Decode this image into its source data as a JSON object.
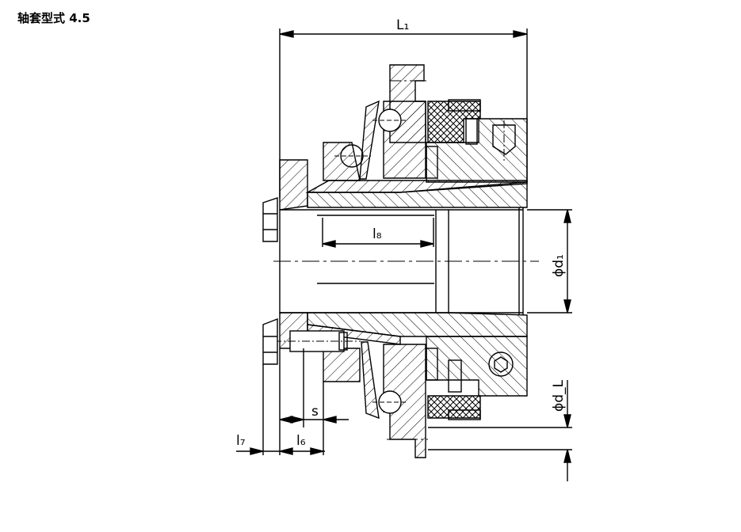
{
  "title": "轴套型式 4.5",
  "dimensions": {
    "L1": "L₁",
    "l8": "l₈",
    "d1": "ϕd₁",
    "dL": "ϕd_L",
    "s": "s",
    "l7": "l₇",
    "l6": "l₆"
  }
}
